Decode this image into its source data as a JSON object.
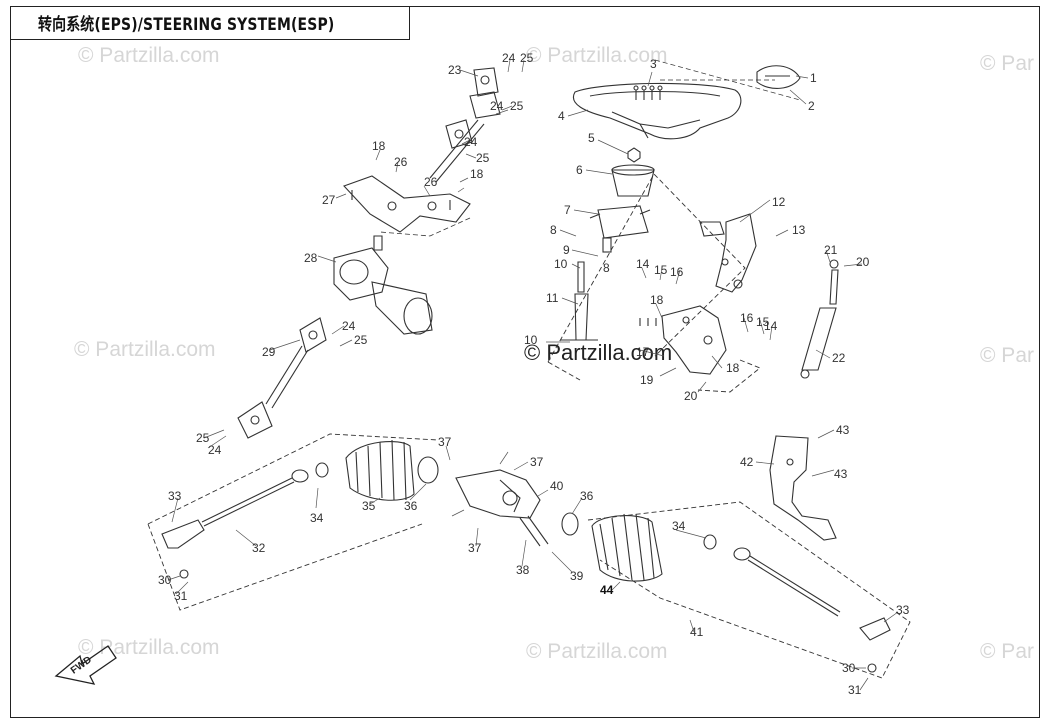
{
  "title": "转向系统(EPS)/STEERING SYSTEM(ESP)",
  "watermark": "© Partzilla.com",
  "watermark_partial": "© Par",
  "fwd_label": "FWD",
  "callouts": [
    "1",
    "2",
    "3",
    "4",
    "5",
    "6",
    "7",
    "8",
    "8",
    "9",
    "10",
    "10",
    "11",
    "12",
    "13",
    "14",
    "14",
    "15",
    "15",
    "16",
    "16",
    "17",
    "18",
    "18",
    "18",
    "18",
    "19",
    "20",
    "20",
    "21",
    "22",
    "23",
    "24",
    "24",
    "24",
    "24",
    "24",
    "25",
    "25",
    "25",
    "25",
    "25",
    "26",
    "26",
    "27",
    "28",
    "29",
    "30",
    "30",
    "31",
    "31",
    "32",
    "33",
    "33",
    "34",
    "34",
    "35",
    "36",
    "36",
    "37",
    "37",
    "37",
    "38",
    "39",
    "40",
    "41",
    "42",
    "43",
    "43",
    "44"
  ]
}
